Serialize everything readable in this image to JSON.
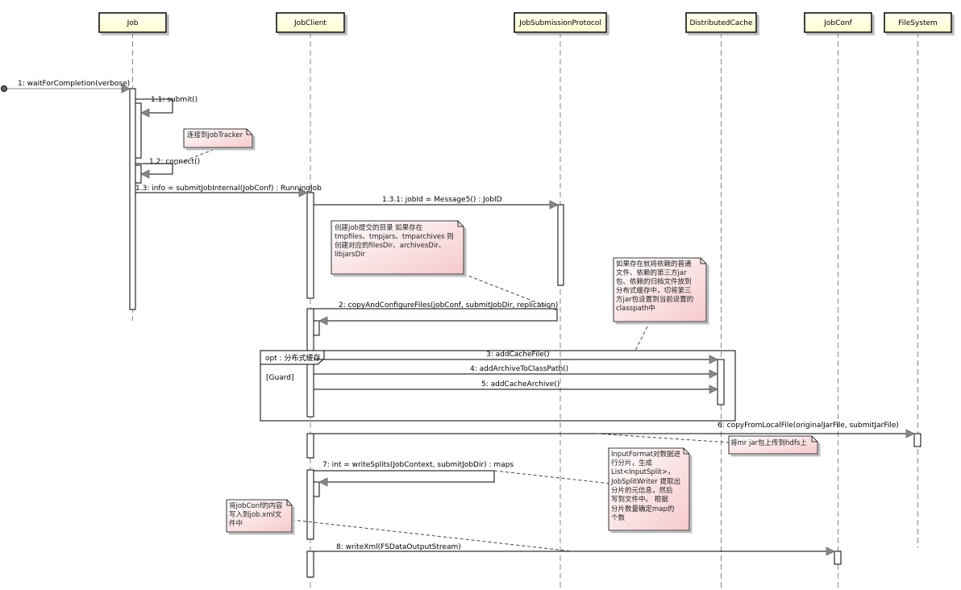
{
  "lifelines": [
    {
      "id": "job",
      "name": "Job"
    },
    {
      "id": "jobclient",
      "name": "JobClient"
    },
    {
      "id": "jsp",
      "name": "JobSubmissionProtocol"
    },
    {
      "id": "dcache",
      "name": "DistributedCache"
    },
    {
      "id": "jobconf",
      "name": "JobConf"
    },
    {
      "id": "fs",
      "name": "FileSystem"
    }
  ],
  "messages": [
    {
      "id": "m1",
      "label": "1: waitForCompletion(verbose)"
    },
    {
      "id": "m11",
      "label": "1.1: submit()"
    },
    {
      "id": "m12",
      "label": "1.2: connect()"
    },
    {
      "id": "m13",
      "label": "1.3: info = submitJobInternal(JobConf) : RunningJob"
    },
    {
      "id": "m131",
      "label": "1.3.1: jobId = Message5() : JobID"
    },
    {
      "id": "m2",
      "label": "2: copyAndConfigureFiles(jobConf, submitJobDir, replication)"
    },
    {
      "id": "m3",
      "label": "3: addCacheFile()"
    },
    {
      "id": "m4",
      "label": "4: addArchiveToClassPath()"
    },
    {
      "id": "m5",
      "label": "5: addCacheArchive()"
    },
    {
      "id": "m6",
      "label": "6: copyFromLocalFile(originalJarFile, submitJarFile)"
    },
    {
      "id": "m7",
      "label": "7: int = writeSplits(JobContext, submitJobDir) : maps"
    },
    {
      "id": "m8",
      "label": "8: writeXml(FSDataOutputStream)"
    }
  ],
  "fragment": {
    "operator": "opt : 分布式缓存",
    "guard": "[Guard]"
  },
  "notes": [
    {
      "id": "n1",
      "lines": [
        "连接到jobTracker"
      ]
    },
    {
      "id": "n2",
      "lines": [
        "创建job提交的目录          如果存在",
        "tmpfiles、tmpjars、tmparchives 则",
        "创建对应的filesDir、archivesDir、",
        "libjarsDir"
      ]
    },
    {
      "id": "n3",
      "lines": [
        "如果存在就将依赖的普通",
        "文件、依赖的第三方jar",
        "包、依赖的归档文件放到",
        "分布式缓存中，切将第三",
        "方jar包设置到当前设置的",
        "classpath中"
      ]
    },
    {
      "id": "n4",
      "lines": [
        "将mr jar包上传到hdfs上"
      ]
    },
    {
      "id": "n5",
      "lines": [
        "InputFormat对数据进",
        "行分片，生成",
        "List<InputSplit>，",
        "JobSplitWriter 提取出",
        "分片的元信息，然后",
        "写到文件中。    根据",
        "分片数量确定map的",
        "个数"
      ]
    },
    {
      "id": "n6",
      "lines": [
        "将jobConf的内容",
        "写入到job.xml文",
        "件中"
      ]
    }
  ]
}
